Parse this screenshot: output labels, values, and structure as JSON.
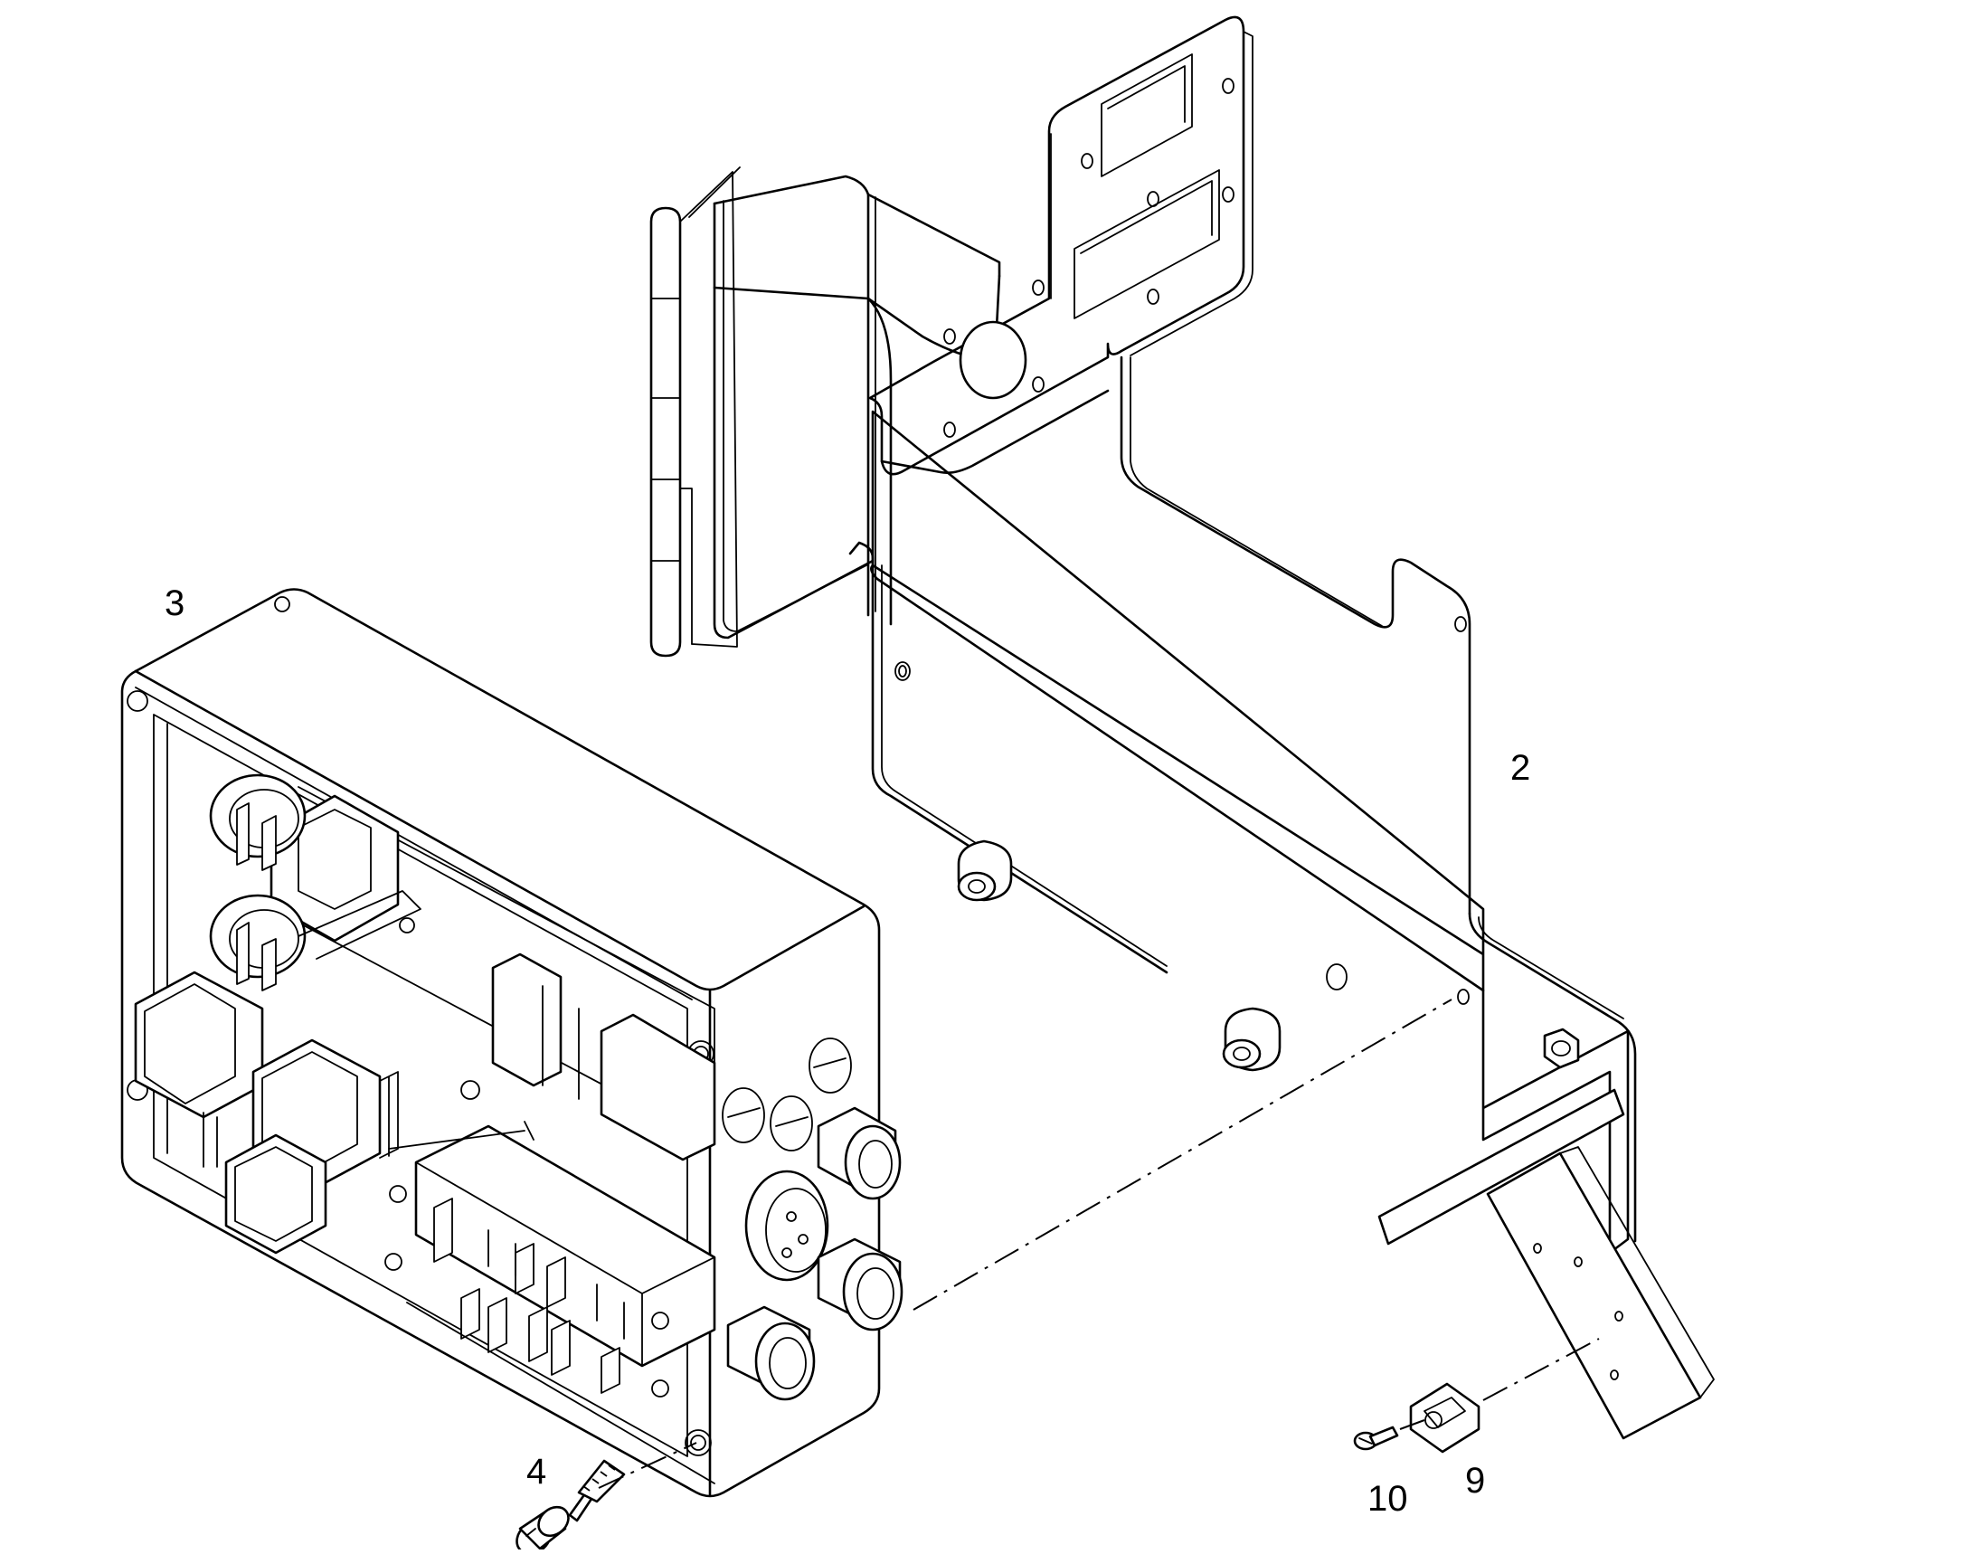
{
  "callouts": {
    "item_2": "2",
    "item_3": "3",
    "item_4": "4",
    "item_9": "9",
    "item_10": "10"
  },
  "colors": {
    "line": "#000000",
    "background": "#ffffff"
  }
}
